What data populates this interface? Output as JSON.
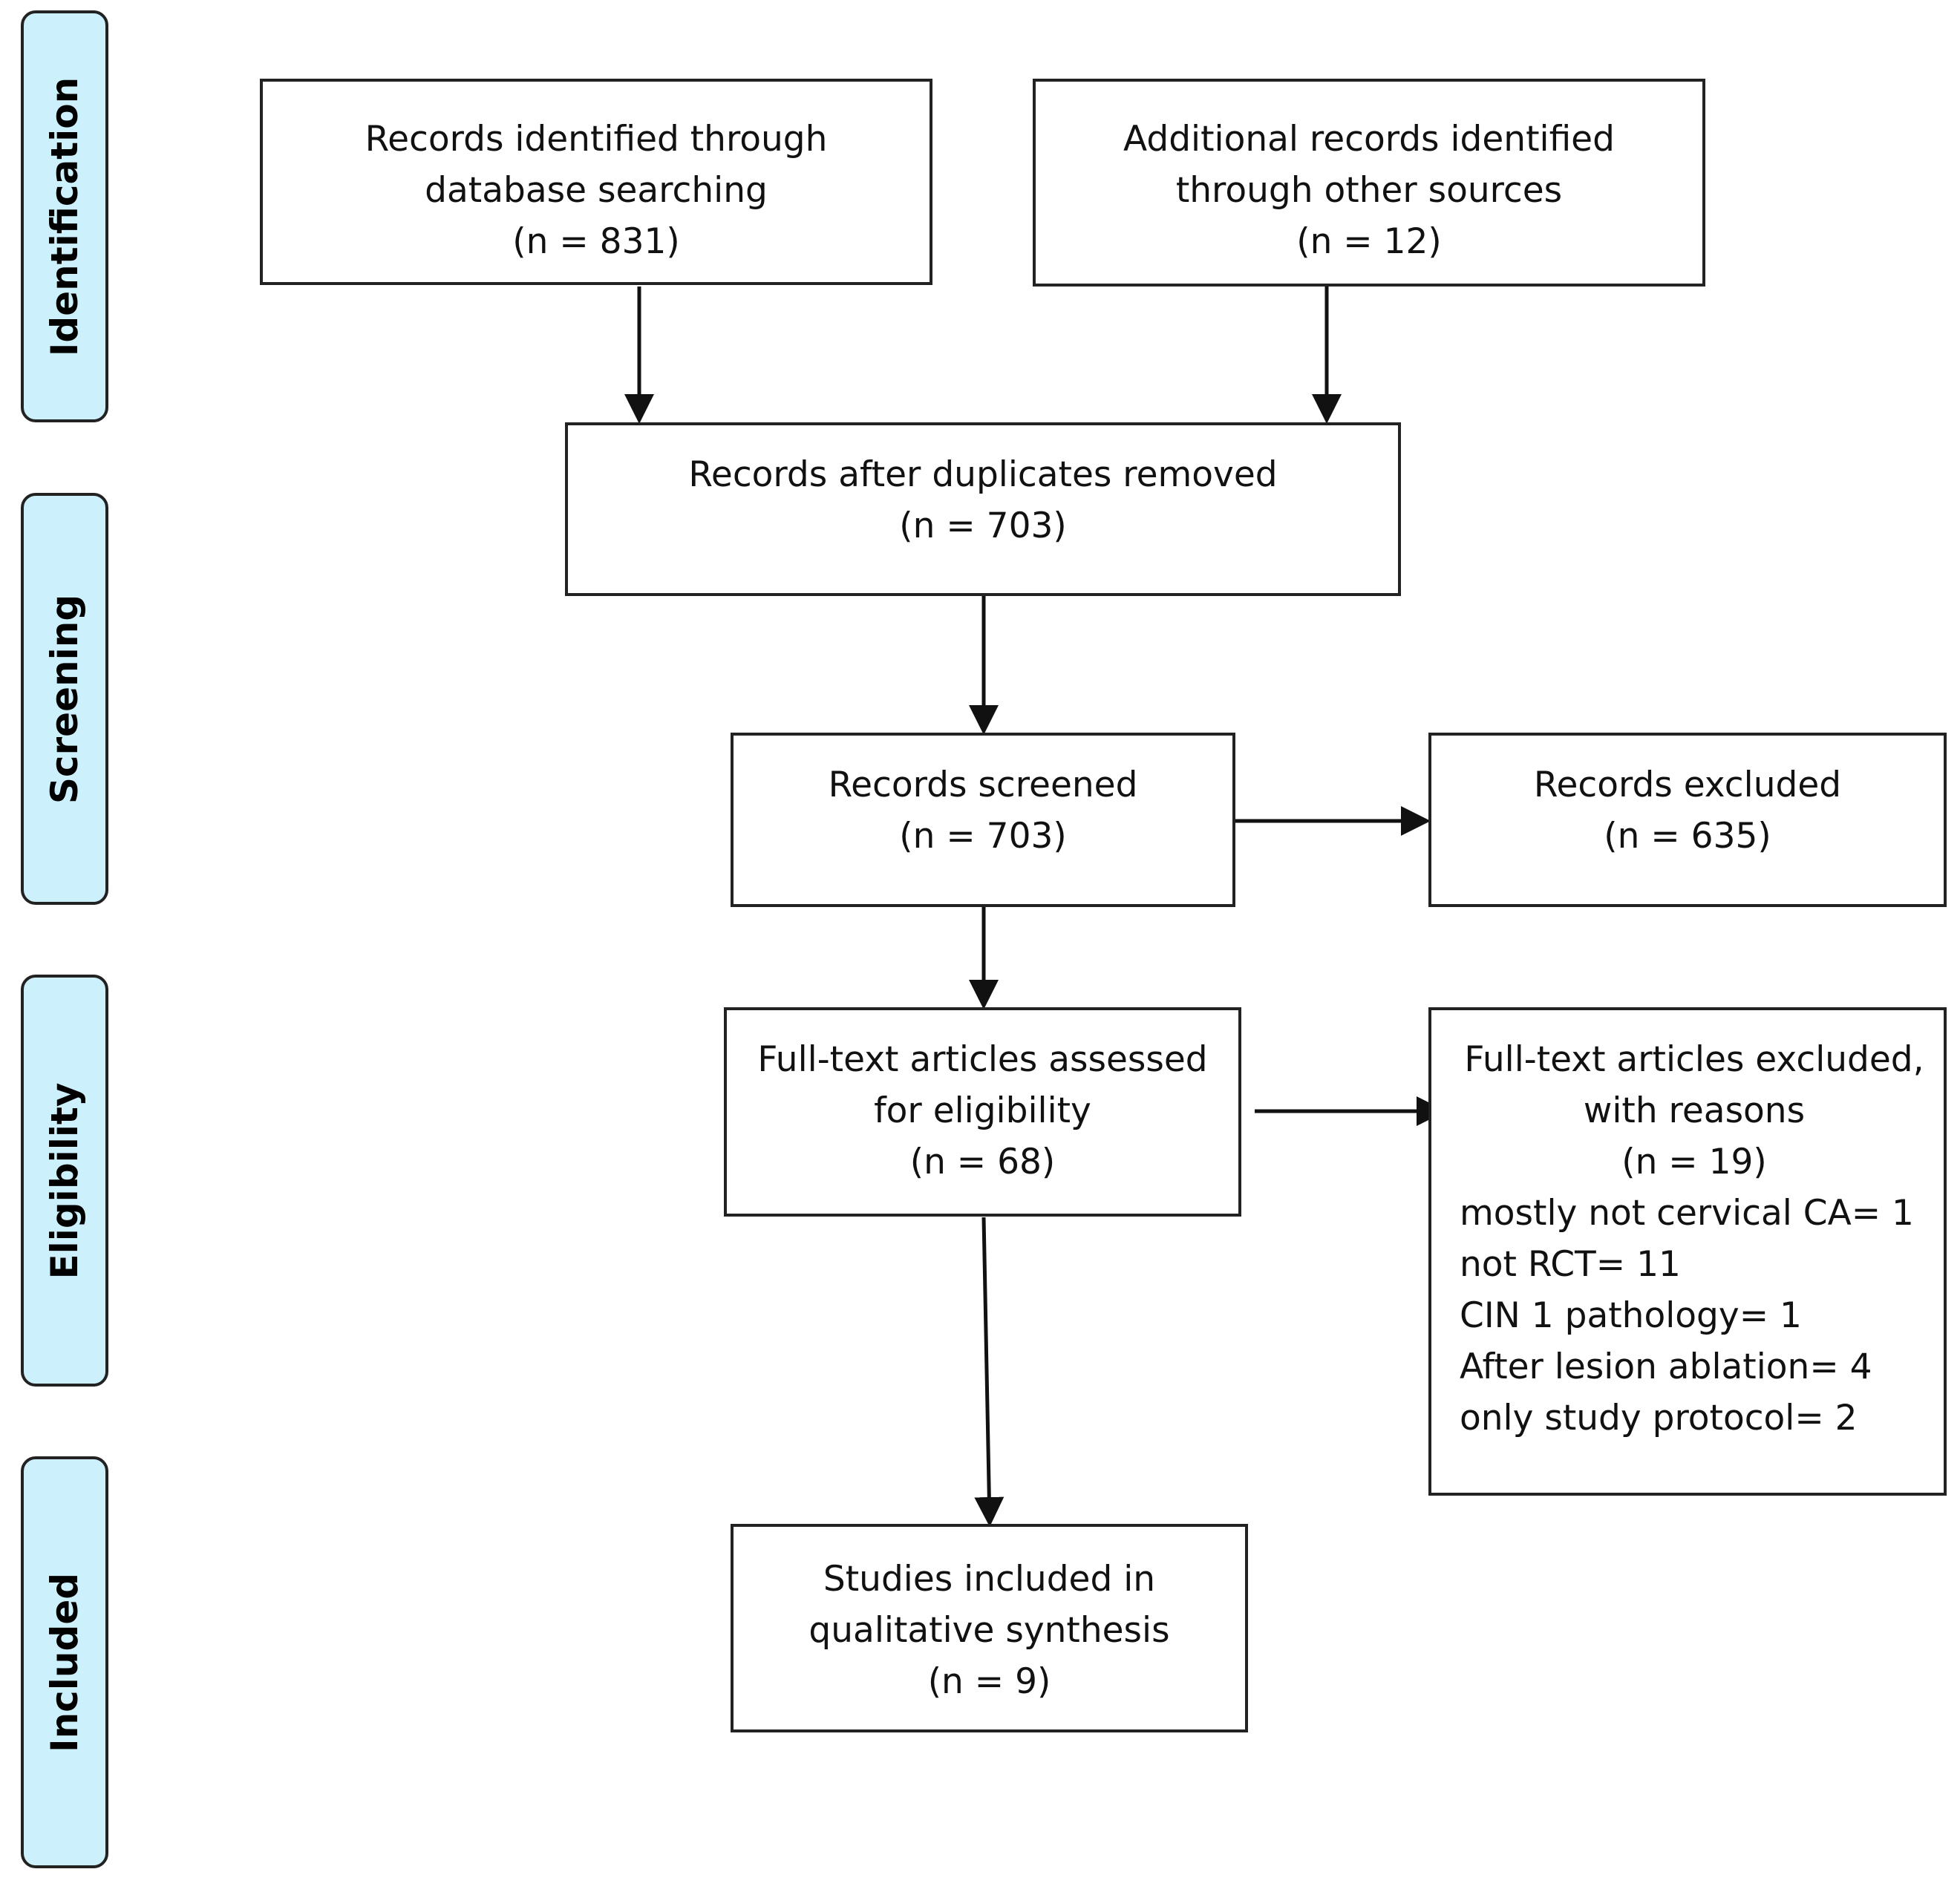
{
  "phases": {
    "identification": "Identification",
    "screening": "Screening",
    "eligibility": "Eligibility",
    "included": "Included"
  },
  "boxes": {
    "database_search": {
      "line1": "Records identified through",
      "line2": "database searching",
      "count": "(n = 831)"
    },
    "other_sources": {
      "line1": "Additional records identified",
      "line2": "through other sources",
      "count": "(n = 12)"
    },
    "after_duplicates": {
      "line1": "Records after duplicates removed",
      "count": "(n = 703)"
    },
    "screened": {
      "line1": "Records screened",
      "count": "(n = 703)"
    },
    "excluded": {
      "line1": "Records excluded",
      "count": "(n = 635)"
    },
    "full_text_assessed": {
      "line1": "Full-text articles assessed",
      "line2": "for eligibility",
      "count": "(n = 68)"
    },
    "full_text_excluded": {
      "line1": "Full-text articles excluded,",
      "line2": "with reasons",
      "count": "(n = 19)",
      "reasons": [
        "mostly not cervical CA= 1",
        "not RCT= 11",
        "CIN 1 pathology= 1",
        "After lesion ablation= 4",
        "only study protocol= 2"
      ]
    },
    "included_studies": {
      "line1": "Studies included in",
      "line2": "qualitative synthesis",
      "count": "(n = 9)"
    }
  }
}
